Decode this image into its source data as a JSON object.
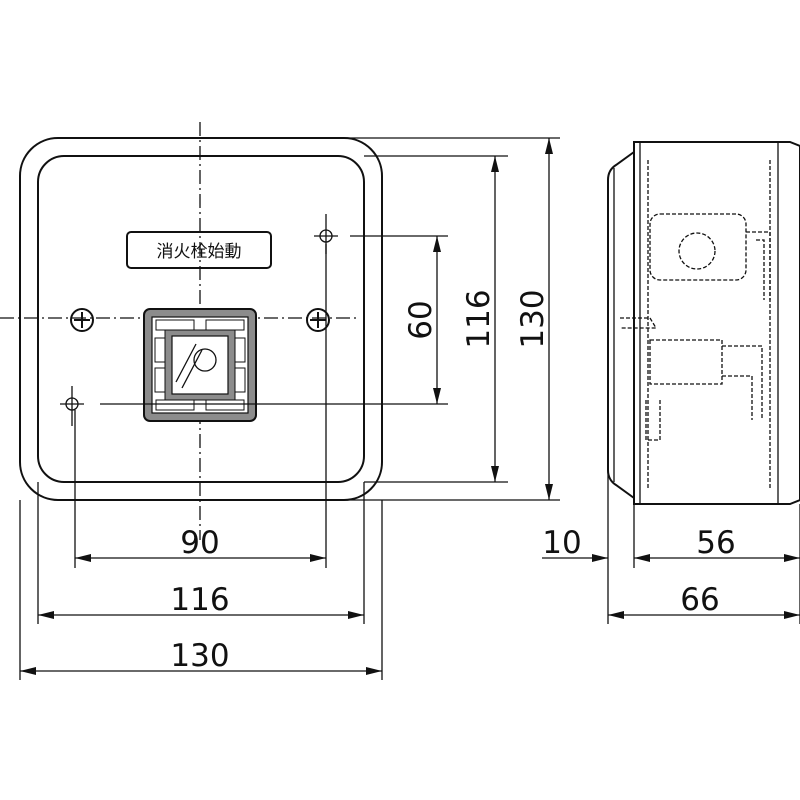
{
  "front_view": {
    "label_plate": "消火栓始動",
    "dims": {
      "hole_pitch_horizontal": "90",
      "inner_width": "116",
      "outer_width": "130",
      "hole_pitch_vertical": "60",
      "inner_height": "116",
      "outer_height": "130"
    }
  },
  "side_view": {
    "dims": {
      "flange_depth": "10",
      "body_depth": "56",
      "total_depth": "66"
    }
  }
}
